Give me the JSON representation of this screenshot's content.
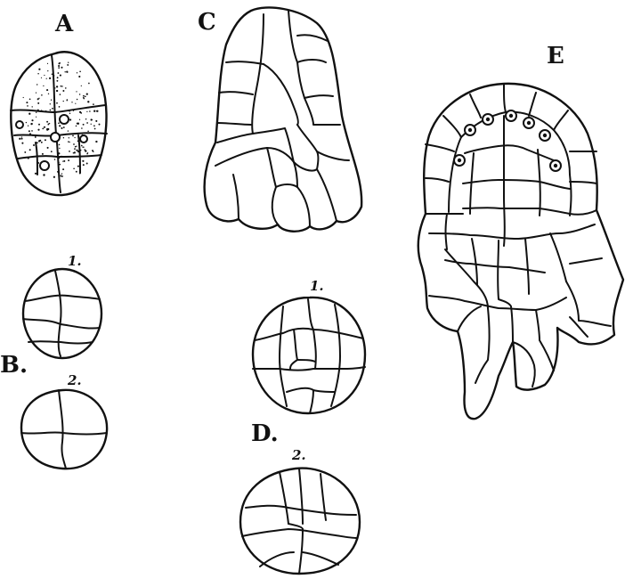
{
  "labels": {
    "a": "A",
    "b": "B.",
    "b1": "1.",
    "b2": "2.",
    "c": "C",
    "d": "D.",
    "d1": "1.",
    "d2": "2.",
    "e": "E"
  }
}
